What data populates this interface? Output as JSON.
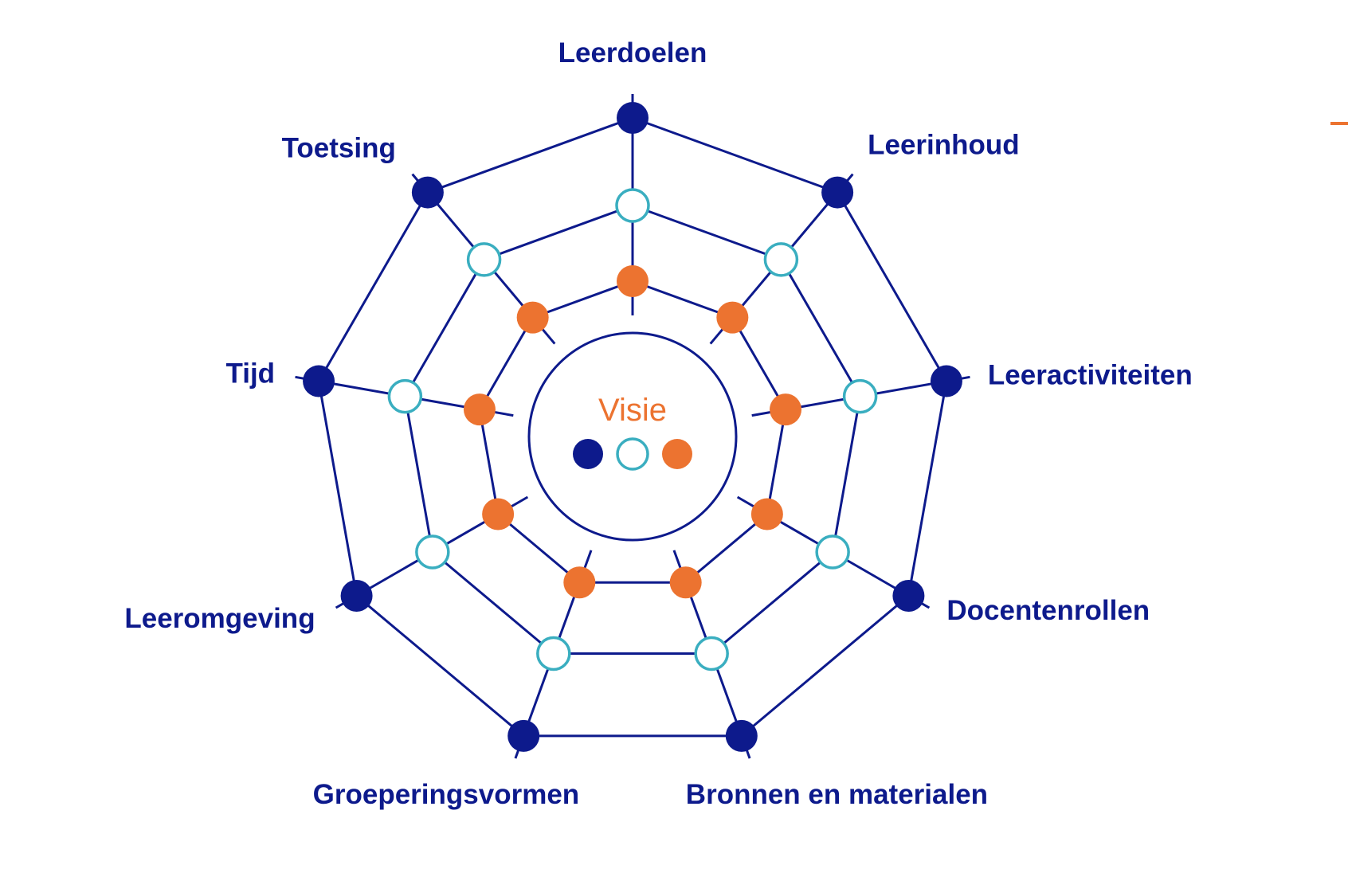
{
  "diagram": {
    "center_label": "Visie",
    "spokes": [
      "Leerdoelen",
      "Leerinhoud",
      "Leeractiviteiten",
      "Docentenrollen",
      "Bronnen en materialen",
      "Groeperingsvormen",
      "Leeromgeving",
      "Tijd",
      "Toetsing"
    ],
    "rings": [
      {
        "name": "outer",
        "marker": "filled-dot"
      },
      {
        "name": "middle",
        "marker": "hollow-dot"
      },
      {
        "name": "inner",
        "marker": "orange-dot"
      }
    ],
    "legend_dots": [
      "filled-dot",
      "hollow-dot",
      "orange-dot"
    ]
  },
  "colors": {
    "navy": "#0d1a8c",
    "teal": "#3aaec0",
    "orange": "#ec7330",
    "background": "#ffffff"
  }
}
